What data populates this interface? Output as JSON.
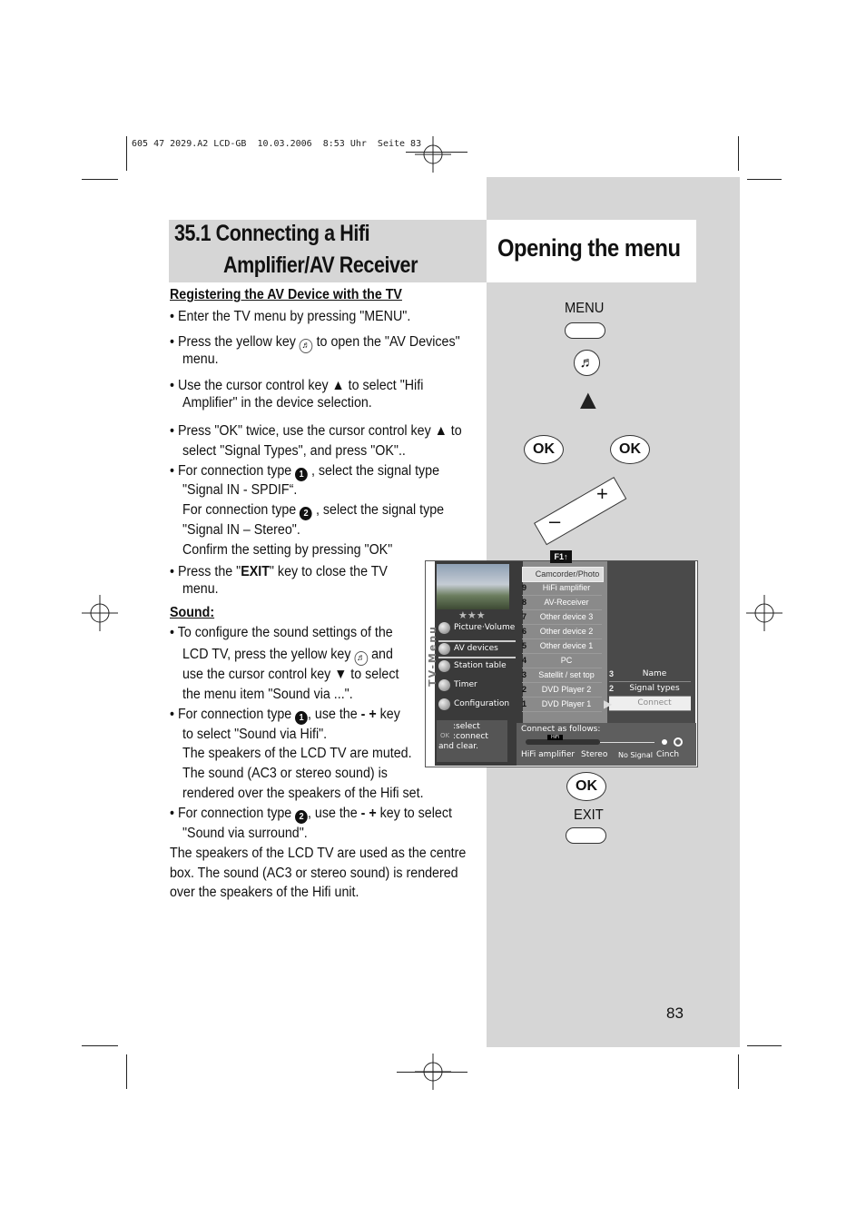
{
  "print_header": "605 47 2029.A2 LCD-GB  10.03.2006  8:53 Uhr  Seite 83",
  "section_title": {
    "line1": "35.1 Connecting a Hifi",
    "line2": "Amplifier/AV Receiver"
  },
  "right_title": "Opening the menu",
  "subhead_register": "Registering the AV Device with the TV",
  "steps": {
    "s1": "• Enter the TV menu by pressing \"MENU\".",
    "s2a": "• Press the yellow key",
    "s2b": "to open the \"AV Devices\"",
    "s2c": "menu.",
    "s3a": "• Use the cursor control key ▲ to select \"Hifi",
    "s3b": "Amplifier\" in the device selection.",
    "s4a": "• Press \"OK\" twice, use the cursor control key ▲ to",
    "s4b": "select \"Signal Types\", and press \"OK\"..",
    "s5a": "• For connection type",
    "s5b": ", select the signal type",
    "s5c": "\"Signal IN - SPDIF“.",
    "s5d": "For connection type",
    "s5e": ", select the signal type",
    "s5f": "\"Signal IN – Stereo\".",
    "s5g": "Confirm the setting by pressing \"OK\"",
    "s6a": "• Press the \"",
    "s6b": "EXIT",
    "s6c": "\" key to close the TV",
    "s6d": "menu."
  },
  "subhead_sound": "Sound:",
  "sound": {
    "a1": "• To configure the sound settings of the",
    "a2": "LCD TV, press the yellow key",
    "a2b": "and",
    "a3": "use the cursor control key ▼ to select",
    "a4": "the menu item \"Sound via ...\".",
    "b1": "• For connection type",
    "b1b": ", use the",
    "b1c": "- +",
    "b1d": "key",
    "b2": "to select \"Sound via Hifi\".",
    "b3": "The speakers of the LCD TV are muted.",
    "b4": "The sound (AC3 or stereo sound) is",
    "b5": "rendered over the speakers of the Hifi set.",
    "c1": "• For connection type",
    "c1b": ", use the",
    "c1c": "- +",
    "c1d": "key to select",
    "c2": "\"Sound via surround\".",
    "d1": "The speakers of the LCD TV are used as the centre",
    "d2": "box. The sound (AC3 or stereo sound) is rendered",
    "d3": "over the speakers of the Hifi unit."
  },
  "circled": {
    "one": "1",
    "two": "2"
  },
  "note_glyph": "♬",
  "remote": {
    "menu_label": "MENU",
    "ok_label": "OK",
    "exit_label": "EXIT",
    "minus": "–",
    "plus": "+",
    "up_arrow": "▲"
  },
  "tv_menu": {
    "f1": "F1↑",
    "stars": "★★★",
    "side_title": "TV-Menu",
    "items": [
      "Picture·Volume",
      "AV devices",
      "Station table",
      "Timer",
      "Configuration"
    ],
    "help1": ":select",
    "help_ok": "OK",
    "help2": ":connect",
    "help3": "and clear.",
    "devices": [
      {
        "num": "",
        "label": "Camcorder/Photo"
      },
      {
        "num": "9",
        "label": "HiFi amplifier"
      },
      {
        "num": "8",
        "label": "AV-Receiver"
      },
      {
        "num": "7",
        "label": "Other device 3"
      },
      {
        "num": "6",
        "label": "Other device 2"
      },
      {
        "num": "5",
        "label": "Other device 1"
      },
      {
        "num": "4",
        "label": "PC"
      },
      {
        "num": "3",
        "label": "Satellit / set top"
      },
      {
        "num": "2",
        "label": "DVD Player 2"
      },
      {
        "num": "1",
        "label": "DVD Player 1"
      }
    ],
    "submenu": [
      {
        "num": "3",
        "label": "Name"
      },
      {
        "num": "2",
        "label": "Signal types"
      },
      {
        "num": "",
        "label": "Connect"
      }
    ],
    "connect_as": "Connect as follows:",
    "hifi_small": "HiFi",
    "bottom": {
      "a": "HiFi amplifier",
      "b": "Stereo",
      "c": "No Signal",
      "d": "Cinch"
    }
  },
  "page_number": "83"
}
